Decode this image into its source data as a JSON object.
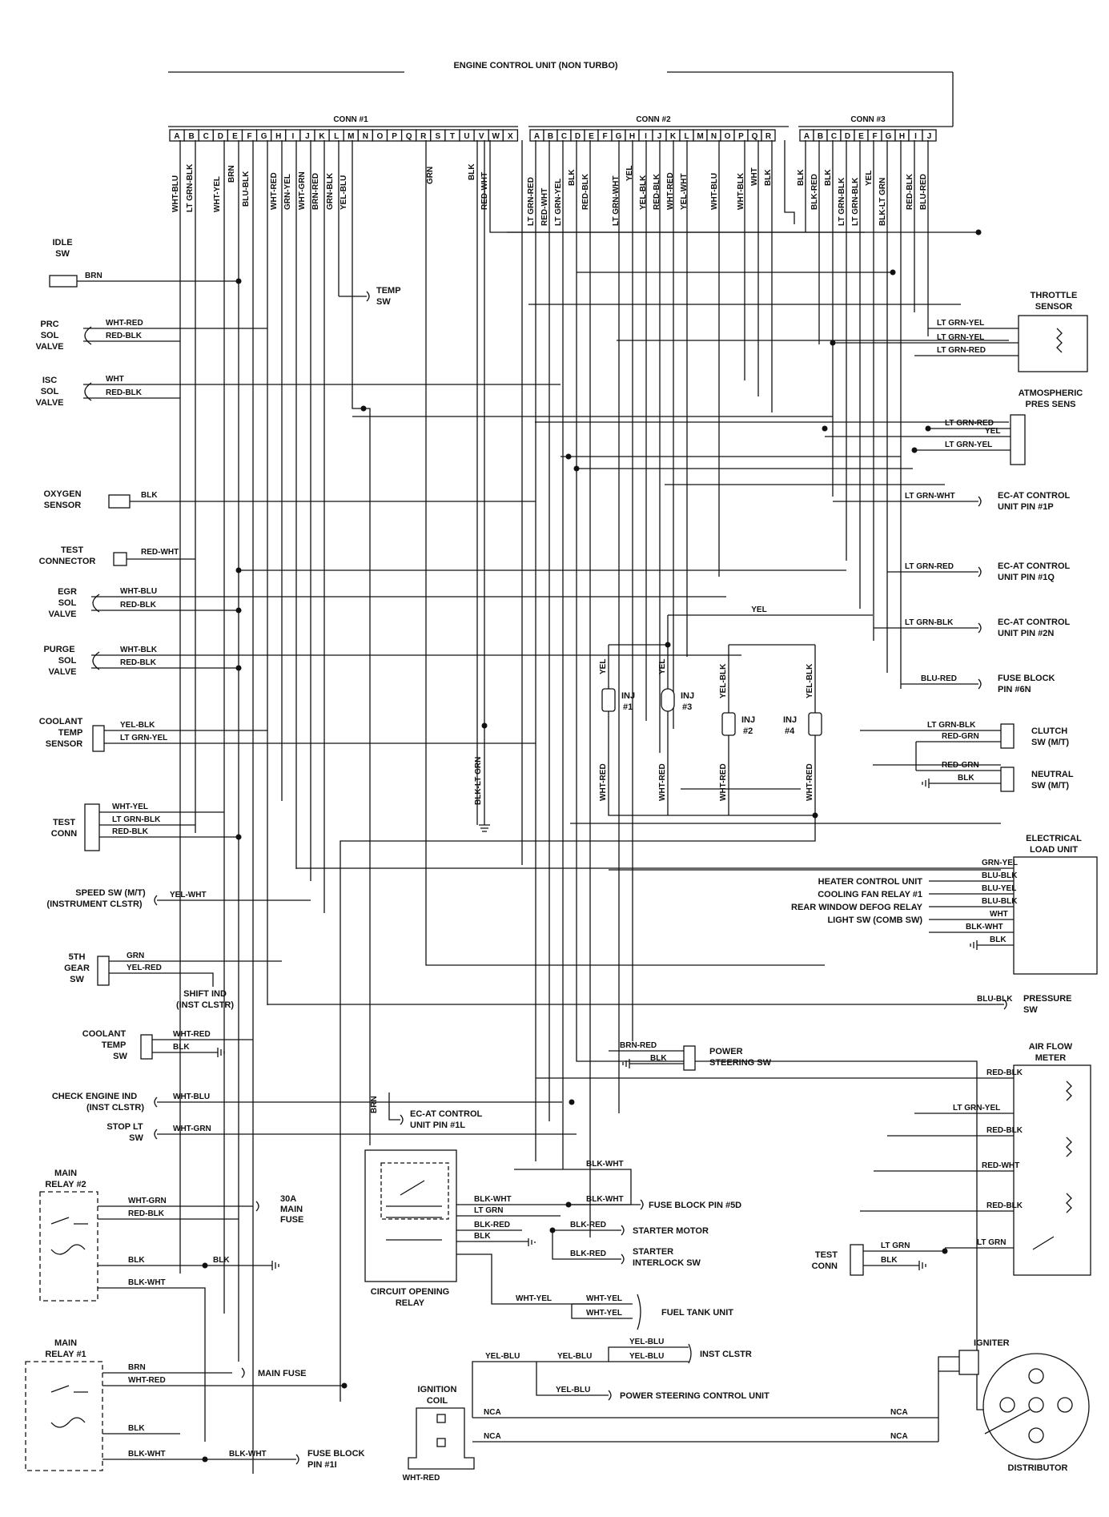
{
  "title": "ENGINE CONTROL UNIT (NON TURBO)",
  "connectors": [
    {
      "name": "CONN #1",
      "pins": [
        "A",
        "B",
        "C",
        "D",
        "E",
        "F",
        "G",
        "H",
        "I",
        "J",
        "K",
        "L",
        "M",
        "N",
        "O",
        "P",
        "Q",
        "R",
        "S",
        "T",
        "U",
        "V",
        "W",
        "X"
      ]
    },
    {
      "name": "CONN #2",
      "pins": [
        "A",
        "B",
        "C",
        "D",
        "E",
        "F",
        "G",
        "H",
        "I",
        "J",
        "K",
        "L",
        "M",
        "N",
        "O",
        "P",
        "Q",
        "R"
      ]
    },
    {
      "name": "CONN #3",
      "pins": [
        "A",
        "B",
        "C",
        "D",
        "E",
        "F",
        "G",
        "H",
        "I",
        "J"
      ]
    }
  ],
  "ecu_wire_labels": {
    "conn1": [
      "WHT-BLU",
      "LT GRN-BLK",
      "WHT-YEL",
      "BRN",
      "BLU-BLK",
      "WHT-RED",
      "GRN-YEL",
      "WHT-GRN",
      "BRN-RED",
      "GRN-BLK",
      "YEL-BLU",
      "GRN",
      "BLK",
      "RED-WHT"
    ],
    "conn2": [
      "LT GRN-RED",
      "RED-WHT",
      "LT GRN-YEL",
      "BLK",
      "RED-BLK",
      "LT GRN-WHT",
      "YEL",
      "YEL-BLK",
      "RED-BLK",
      "WHT-RED",
      "YEL-WHT",
      "WHT-BLU",
      "WHT-BLK",
      "WHT",
      "BLK"
    ],
    "conn3": [
      "BLK",
      "BLK-RED",
      "BLK",
      "LT GRN-BLK",
      "LT GRN-BLK",
      "YEL",
      "BLK-LT GRN",
      "RED-BLK",
      "BLU-RED"
    ]
  },
  "left_components": [
    {
      "name": "IDLE SW",
      "lines": [
        "IDLE",
        "SW"
      ],
      "wires": [
        "BRN"
      ]
    },
    {
      "name": "PRC SOL VALVE",
      "lines": [
        "PRC",
        "SOL",
        "VALVE"
      ],
      "wires": [
        "WHT-RED",
        "RED-BLK"
      ]
    },
    {
      "name": "ISC SOL VALVE",
      "lines": [
        "ISC",
        "SOL",
        "VALVE"
      ],
      "wires": [
        "WHT",
        "RED-BLK"
      ]
    },
    {
      "name": "OXYGEN SENSOR",
      "lines": [
        "OXYGEN",
        "SENSOR"
      ],
      "wires": [
        "BLK"
      ]
    },
    {
      "name": "TEST CONNECTOR",
      "lines": [
        "TEST",
        "CONNECTOR"
      ],
      "wires": [
        "RED-WHT"
      ]
    },
    {
      "name": "EGR SOL VALVE",
      "lines": [
        "EGR",
        "SOL",
        "VALVE"
      ],
      "wires": [
        "WHT-BLU",
        "RED-BLK"
      ]
    },
    {
      "name": "PURGE SOL VALVE",
      "lines": [
        "PURGE",
        "SOL",
        "VALVE"
      ],
      "wires": [
        "WHT-BLK",
        "RED-BLK"
      ]
    },
    {
      "name": "COOLANT TEMP SENSOR",
      "lines": [
        "COOLANT",
        "TEMP",
        "SENSOR"
      ],
      "wires": [
        "YEL-BLK",
        "LT GRN-YEL"
      ]
    },
    {
      "name": "TEST CONN",
      "lines": [
        "TEST",
        "CONN"
      ],
      "wires": [
        "WHT-YEL",
        "LT GRN-BLK",
        "RED-BLK"
      ]
    },
    {
      "name": "SPEED SW (M/T)",
      "lines": [
        "SPEED SW (M/T)",
        "(INSTRUMENT CLSTR)"
      ],
      "wires": [
        "YEL-WHT"
      ]
    },
    {
      "name": "5TH GEAR SW",
      "lines": [
        "5TH",
        "GEAR",
        "SW"
      ],
      "wires": [
        "GRN",
        "YEL-RED"
      ]
    },
    {
      "name": "COOLANT TEMP SW",
      "lines": [
        "COOLANT",
        "TEMP",
        "SW"
      ],
      "wires": [
        "WHT-RED",
        "BLK"
      ]
    },
    {
      "name": "CHECK ENGINE IND",
      "lines": [
        "CHECK ENGINE IND",
        "(INST CLSTR)"
      ],
      "wires": [
        "WHT-BLU"
      ]
    },
    {
      "name": "STOP LT SW",
      "lines": [
        "STOP LT",
        "SW"
      ],
      "wires": [
        "WHT-GRN"
      ]
    },
    {
      "name": "MAIN RELAY #2",
      "lines": [
        "MAIN",
        "RELAY #2"
      ],
      "wires": [
        "WHT-GRN",
        "RED-BLK",
        "BLK",
        "BLK-WHT"
      ]
    },
    {
      "name": "MAIN RELAY #1",
      "lines": [
        "MAIN",
        "RELAY #1"
      ],
      "wires": [
        "BRN",
        "WHT-RED",
        "BLK",
        "BLK-WHT"
      ]
    }
  ],
  "right_components": [
    {
      "name": "THROTTLE SENSOR",
      "lines": [
        "THROTTLE",
        "SENSOR"
      ],
      "wires": [
        "LT GRN-YEL",
        "LT GRN-YEL",
        "LT GRN-RED"
      ]
    },
    {
      "name": "ATMOSPHERIC PRES SENS",
      "lines": [
        "ATMOSPHERIC",
        "PRES SENS"
      ],
      "wires": [
        "LT GRN-RED",
        "YEL",
        "LT GRN-YEL"
      ]
    },
    {
      "name": "EC-AT CONTROL UNIT PIN #1P",
      "lines": [
        "EC-AT CONTROL",
        "UNIT PIN #1P"
      ],
      "wires": [
        "LT GRN-WHT"
      ]
    },
    {
      "name": "EC-AT CONTROL UNIT PIN #1Q",
      "lines": [
        "EC-AT CONTROL",
        "UNIT PIN #1Q"
      ],
      "wires": [
        "LT GRN-RED"
      ]
    },
    {
      "name": "EC-AT CONTROL UNIT PIN #2N",
      "lines": [
        "EC-AT CONTROL",
        "UNIT PIN #2N"
      ],
      "wires": [
        "LT GRN-BLK"
      ]
    },
    {
      "name": "FUSE BLOCK PIN #6N",
      "lines": [
        "FUSE BLOCK",
        "PIN #6N"
      ],
      "wires": [
        "BLU-RED"
      ]
    },
    {
      "name": "CLUTCH SW (M/T)",
      "lines": [
        "CLUTCH",
        "SW (M/T)"
      ],
      "wires": [
        "LT GRN-BLK",
        "RED-GRN"
      ]
    },
    {
      "name": "NEUTRAL SW (M/T)",
      "lines": [
        "NEUTRAL",
        "SW (M/T)"
      ],
      "wires": [
        "RED-GRN",
        "BLK"
      ]
    },
    {
      "name": "ELECTRICAL LOAD UNIT",
      "lines": [
        "ELECTRICAL",
        "LOAD UNIT"
      ],
      "wires": [
        "GRN-YEL",
        "BLU-BLK",
        "BLU-YEL",
        "BLU-BLK",
        "WHT",
        "BLK-WHT",
        "BLK"
      ]
    },
    {
      "name": "PRESSURE SW",
      "lines": [
        "PRESSURE",
        "SW"
      ],
      "wires": [
        "BLU-BLK"
      ]
    },
    {
      "name": "AIR FLOW METER",
      "lines": [
        "AIR FLOW",
        "METER"
      ],
      "wires": [
        "RED-BLK",
        "LT GRN-YEL",
        "RED-BLK",
        "RED-WHT",
        "RED-BLK",
        "LT GRN"
      ]
    }
  ],
  "load_items": [
    "HEATER CONTROL UNIT",
    "COOLING FAN RELAY #1",
    "REAR WINDOW DEFOG RELAY",
    "LIGHT SW (COMB SW)"
  ],
  "injectors": [
    {
      "label": [
        "INJ",
        "#1"
      ],
      "top_wire": "YEL",
      "bottom_wire": "WHT-RED"
    },
    {
      "label": [
        "INJ",
        "#3"
      ],
      "top_wire": "YEL",
      "bottom_wire": "WHT-RED"
    },
    {
      "label": [
        "INJ",
        "#2"
      ],
      "top_wire": "YEL-BLK",
      "bottom_wire": "WHT-RED"
    },
    {
      "label": [
        "INJ",
        "#4"
      ],
      "top_wire": "YEL-BLK",
      "bottom_wire": "WHT-RED"
    }
  ],
  "injector_feed_label": "YEL",
  "misc_labels": {
    "temp_sw": [
      "TEMP",
      "SW"
    ],
    "blk_lt_grn": "BLK-LT GRN",
    "shift_ind": [
      "SHIFT IND",
      "(INST CLSTR)"
    ],
    "power_steering_sw": [
      "POWER",
      "STEERING SW"
    ],
    "ps_wires": [
      "BRN-RED",
      "BLK"
    ],
    "ecat_1l": [
      "EC-AT CONTROL",
      "UNIT PIN #1L"
    ],
    "ecat_1l_wire": "BRN",
    "main_fuse_30a": [
      "30A",
      "MAIN",
      "FUSE"
    ],
    "main_fuse": "MAIN FUSE",
    "fuse_block_1i": [
      "FUSE BLOCK",
      "PIN #1I"
    ],
    "fuse_block_1i_wire": "BLK-WHT",
    "relay2_gnd_wire": "BLK",
    "circuit_opening_relay": [
      "CIRCUIT OPENING",
      "RELAY"
    ],
    "cor_wires": [
      "BLK-WHT",
      "LT GRN",
      "BLK-RED",
      "BLK",
      "WHT-YEL"
    ],
    "blk_wht_top": "BLK-WHT",
    "fuse_block_5d": "FUSE BLOCK PIN #5D",
    "fuse_block_5d_wire": "BLK-WHT",
    "starter_motor": "STARTER MOTOR",
    "starter_motor_wire": "BLK-RED",
    "starter_interlock": [
      "STARTER",
      "INTERLOCK SW"
    ],
    "starter_interlock_wire": "BLK-RED",
    "fuel_tank_unit": "FUEL TANK UNIT",
    "fuel_tank_wires": [
      "WHT-YEL",
      "WHT-YEL"
    ],
    "test_conn_bottom": [
      "TEST",
      "CONN"
    ],
    "test_conn_wires": [
      "LT GRN",
      "BLK",
      "LT GRN"
    ],
    "inst_clstr": "INST CLSTR",
    "inst_wires": [
      "YEL-BLU",
      "YEL-BLU",
      "YEL-BLU"
    ],
    "yel_blu_left": "YEL-BLU",
    "ps_control_unit": "POWER STEERING CONTROL UNIT",
    "ps_control_wire": "YEL-BLU",
    "ignition_coil": [
      "IGNITION",
      "COIL"
    ],
    "nca": [
      "NCA",
      "NCA",
      "NCA",
      "NCA"
    ],
    "wht_red_bottom": "WHT-RED",
    "igniter": "IGNITER",
    "distributor": "DISTRIBUTOR"
  }
}
